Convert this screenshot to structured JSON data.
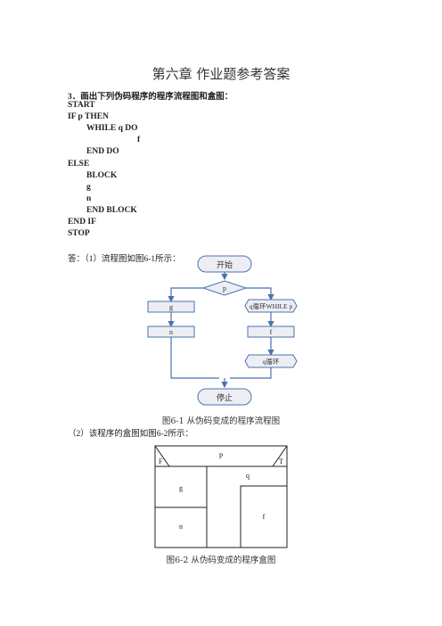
{
  "title": "第六章 作业题参考答案",
  "question": "3．画出下列伪码程序的程序流程图和盒图：",
  "code": [
    {
      "text": "START",
      "indent": 0
    },
    {
      "text": "IF    p    THEN",
      "indent": 0
    },
    {
      "text": "WHILE    q    DO",
      "indent": 1
    },
    {
      "text": "f",
      "indent": 3
    },
    {
      "text": "END    DO",
      "indent": 1
    },
    {
      "text": "ELSE",
      "indent": 0
    },
    {
      "text": "BLOCK",
      "indent": 1
    },
    {
      "text": "g",
      "indent": 1
    },
    {
      "text": "n",
      "indent": 1
    },
    {
      "text": "END    BLOCK",
      "indent": 1
    },
    {
      "text": "END    IF",
      "indent": 0
    },
    {
      "text": "STOP",
      "indent": 0
    }
  ],
  "answer1": "答：（1）流程图如图6-1所示：",
  "flowchart": {
    "start": "开始",
    "decision": "p",
    "g": "g",
    "n": "n",
    "while": "q循环WHILE p",
    "f": "f",
    "loop": "q循环",
    "stop": "停止",
    "line_color": "#4a72b0",
    "box_fill": "#eceef4"
  },
  "caption1": "图6-1  从伪码变成的程序流程图",
  "answer2": "（2）该程序的盒图如图6-2所示：",
  "boxchart": {
    "p": "P",
    "false_label": "F",
    "true_label": "T",
    "g": "g",
    "q": "q",
    "n": "n",
    "f": "f"
  },
  "caption2": "图6-2  从伪码变成的程序盒图"
}
